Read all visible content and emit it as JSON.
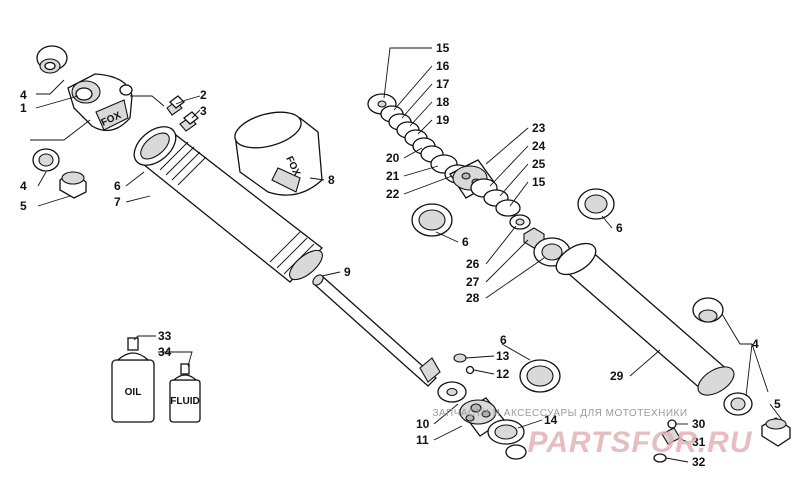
{
  "callouts": [
    {
      "id": "c1",
      "text": "1"
    },
    {
      "id": "c2",
      "text": "2"
    },
    {
      "id": "c3",
      "text": "3"
    },
    {
      "id": "c4a",
      "text": "4"
    },
    {
      "id": "c4b",
      "text": "4"
    },
    {
      "id": "c4c",
      "text": "4"
    },
    {
      "id": "c5a",
      "text": "5"
    },
    {
      "id": "c5b",
      "text": "5"
    },
    {
      "id": "c6a",
      "text": "6"
    },
    {
      "id": "c6b",
      "text": "6"
    },
    {
      "id": "c6c",
      "text": "6"
    },
    {
      "id": "c6d",
      "text": "6"
    },
    {
      "id": "c7",
      "text": "7"
    },
    {
      "id": "c8",
      "text": "8"
    },
    {
      "id": "c9",
      "text": "9"
    },
    {
      "id": "c10",
      "text": "10"
    },
    {
      "id": "c11",
      "text": "11"
    },
    {
      "id": "c12",
      "text": "12"
    },
    {
      "id": "c13",
      "text": "13"
    },
    {
      "id": "c14",
      "text": "14"
    },
    {
      "id": "c15a",
      "text": "15"
    },
    {
      "id": "c15b",
      "text": "15"
    },
    {
      "id": "c16",
      "text": "16"
    },
    {
      "id": "c17",
      "text": "17"
    },
    {
      "id": "c18",
      "text": "18"
    },
    {
      "id": "c19",
      "text": "19"
    },
    {
      "id": "c20",
      "text": "20"
    },
    {
      "id": "c21",
      "text": "21"
    },
    {
      "id": "c22",
      "text": "22"
    },
    {
      "id": "c23",
      "text": "23"
    },
    {
      "id": "c24",
      "text": "24"
    },
    {
      "id": "c25",
      "text": "25"
    },
    {
      "id": "c26",
      "text": "26"
    },
    {
      "id": "c27",
      "text": "27"
    },
    {
      "id": "c28",
      "text": "28"
    },
    {
      "id": "c29",
      "text": "29"
    },
    {
      "id": "c30",
      "text": "30"
    },
    {
      "id": "c31",
      "text": "31"
    },
    {
      "id": "c32",
      "text": "32"
    },
    {
      "id": "c33",
      "text": "33"
    },
    {
      "id": "c34",
      "text": "34"
    }
  ],
  "bottles": {
    "oil": "OIL",
    "fluid": "FLUID"
  },
  "brand_marks": {
    "reservoir": "FOX",
    "body": "FOX"
  },
  "watermark": {
    "line": "ЗАПЧАСТИ И АКСЕССУАРЫ ДЛЯ МОТОТЕХНИКИ",
    "logo": "PARTSFOR.RU"
  }
}
